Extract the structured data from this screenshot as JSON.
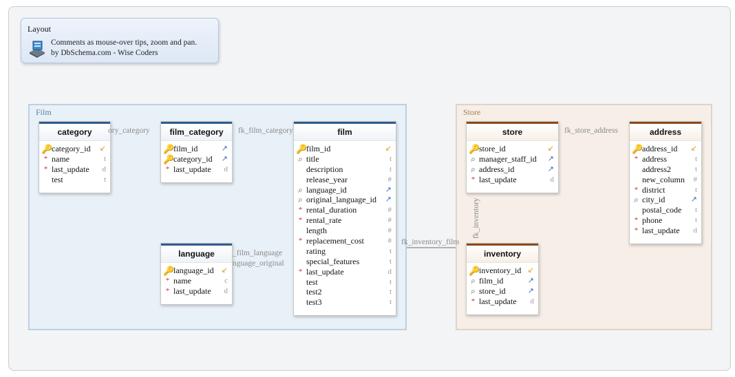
{
  "layout_note": {
    "title": "Layout",
    "line1": "Comments as mouse-over tips, zoom and pan.",
    "line2": "by DbSchema.com - Wise Coders",
    "icon": "dbschema-layout-icon"
  },
  "groups": {
    "film": "Film",
    "store": "Store"
  },
  "tables": {
    "category": {
      "name": "category",
      "columns": [
        {
          "name": "category_id",
          "icon": "pk",
          "type": "pk"
        },
        {
          "name": "name",
          "icon": "req",
          "type": "t"
        },
        {
          "name": "last_update",
          "icon": "req",
          "type": "d"
        },
        {
          "name": "test",
          "icon": "none",
          "type": "t"
        }
      ]
    },
    "film_category": {
      "name": "film_category",
      "columns": [
        {
          "name": "film_id",
          "icon": "pk",
          "type": "fk"
        },
        {
          "name": "category_id",
          "icon": "pk",
          "type": "fk"
        },
        {
          "name": "last_update",
          "icon": "req",
          "type": "d"
        }
      ]
    },
    "film": {
      "name": "film",
      "columns": [
        {
          "name": "film_id",
          "icon": "pk",
          "type": "pk"
        },
        {
          "name": "title",
          "icon": "idx",
          "type": "t"
        },
        {
          "name": "description",
          "icon": "none",
          "type": "t"
        },
        {
          "name": "release_year",
          "icon": "none",
          "type": "#"
        },
        {
          "name": "language_id",
          "icon": "idx",
          "type": "fk"
        },
        {
          "name": "original_language_id",
          "icon": "idx",
          "type": "fk"
        },
        {
          "name": "rental_duration",
          "icon": "req",
          "type": "#"
        },
        {
          "name": "rental_rate",
          "icon": "req",
          "type": "#"
        },
        {
          "name": "length",
          "icon": "none",
          "type": "#"
        },
        {
          "name": "replacement_cost",
          "icon": "req",
          "type": "#"
        },
        {
          "name": "rating",
          "icon": "none",
          "type": "t"
        },
        {
          "name": "special_features",
          "icon": "none",
          "type": "t"
        },
        {
          "name": "last_update",
          "icon": "req",
          "type": "d"
        },
        {
          "name": "test",
          "icon": "none",
          "type": "t"
        },
        {
          "name": "test2",
          "icon": "none",
          "type": "t"
        },
        {
          "name": "test3",
          "icon": "none",
          "type": "t"
        }
      ]
    },
    "language": {
      "name": "language",
      "columns": [
        {
          "name": "language_id",
          "icon": "pk",
          "type": "pk"
        },
        {
          "name": "name",
          "icon": "req",
          "type": "c"
        },
        {
          "name": "last_update",
          "icon": "req",
          "type": "d"
        }
      ]
    },
    "store": {
      "name": "store",
      "columns": [
        {
          "name": "store_id",
          "icon": "pk",
          "type": "pk"
        },
        {
          "name": "manager_staff_id",
          "icon": "idx",
          "type": "fk"
        },
        {
          "name": "address_id",
          "icon": "idx",
          "type": "fk"
        },
        {
          "name": "last_update",
          "icon": "req",
          "type": "d"
        }
      ]
    },
    "address": {
      "name": "address",
      "columns": [
        {
          "name": "address_id",
          "icon": "pk",
          "type": "pk"
        },
        {
          "name": "address",
          "icon": "req",
          "type": "t"
        },
        {
          "name": "address2",
          "icon": "none",
          "type": "t"
        },
        {
          "name": "new_column",
          "icon": "none",
          "type": "#"
        },
        {
          "name": "district",
          "icon": "req",
          "type": "t"
        },
        {
          "name": "city_id",
          "icon": "idx",
          "type": "fk"
        },
        {
          "name": "postal_code",
          "icon": "none",
          "type": "t"
        },
        {
          "name": "phone",
          "icon": "req",
          "type": "t"
        },
        {
          "name": "last_update",
          "icon": "req",
          "type": "d"
        }
      ]
    },
    "inventory": {
      "name": "inventory",
      "columns": [
        {
          "name": "inventory_id",
          "icon": "pk",
          "type": "pk"
        },
        {
          "name": "film_id",
          "icon": "idx",
          "type": "fk"
        },
        {
          "name": "store_id",
          "icon": "idx",
          "type": "fk"
        },
        {
          "name": "last_update",
          "icon": "req",
          "type": "d"
        }
      ]
    }
  },
  "relations": {
    "fk_film_category_category": "ory_category",
    "fk_film_category": "fk_film_category",
    "fk_film_language": "_film_language",
    "fk_film_language_original": "nguage_original",
    "fk_inventory_film": "fk_inventory_film",
    "fk_inventory_store": "fk_inventory",
    "fk_store_address": "fk_store_address"
  },
  "colors": {
    "blue_header": "#2f5d8c",
    "brown_header": "#8b4a1c",
    "pk_key": "#d4a017",
    "fk_arrow": "#3a6fc0",
    "required_mark": "#d0312d",
    "relation_line": "#9a9a9a"
  }
}
